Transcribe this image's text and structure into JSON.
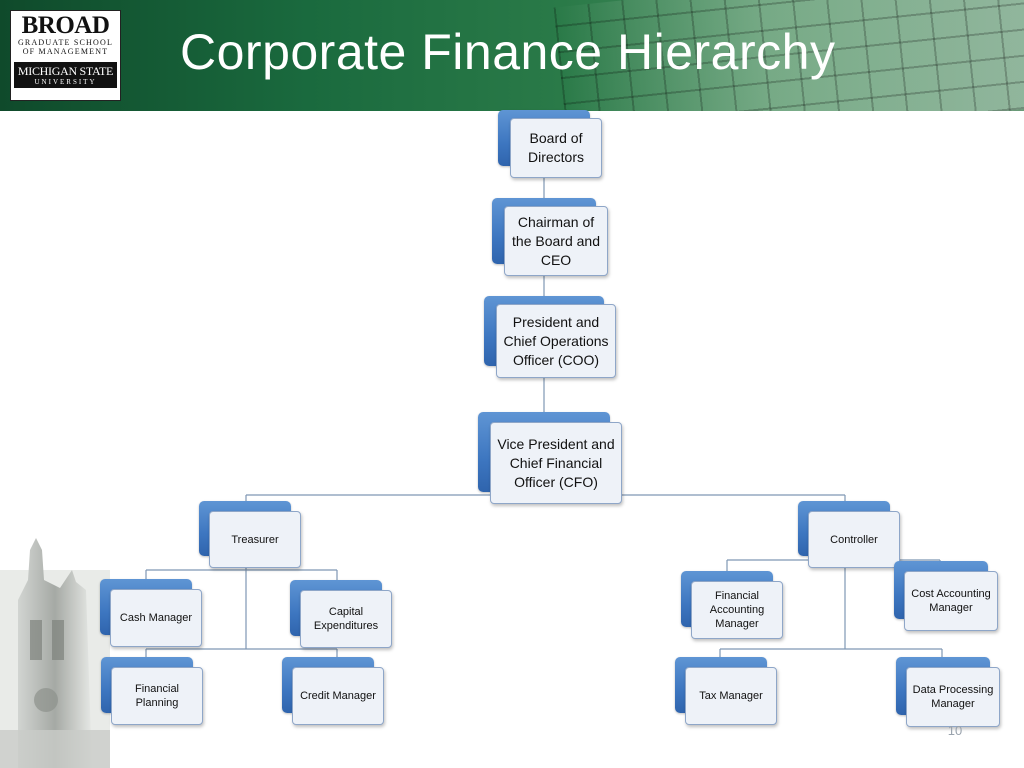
{
  "slide": {
    "title": "Corporate Finance Hierarchy",
    "page_number": "10"
  },
  "logo": {
    "line1": "BROAD",
    "line2": "GRADUATE SCHOOL",
    "line3": "OF MANAGEMENT",
    "line4": "MICHIGAN STATE",
    "line5": "UNIVERSITY"
  },
  "org": {
    "board": "Board of Directors",
    "ceo": "Chairman of the Board and CEO",
    "coo": "President and Chief Operations Officer (COO)",
    "cfo": "Vice President and Chief Financial Officer (CFO)",
    "treasurer": "Treasurer",
    "controller": "Controller",
    "cash_manager": "Cash Manager",
    "capital_expenditures": "Capital Expenditures",
    "financial_planning": "Financial Planning",
    "credit_manager": "Credit Manager",
    "financial_accounting_manager": "Financial Accounting Manager",
    "cost_accounting_manager": "Cost Accounting Manager",
    "tax_manager": "Tax Manager",
    "data_processing_manager": "Data Processing Manager"
  },
  "colors": {
    "header_green": "#1a6a3e",
    "node_blue": "#3d76c0",
    "card_fill": "#eef2f8",
    "connector": "#7f97b3"
  }
}
